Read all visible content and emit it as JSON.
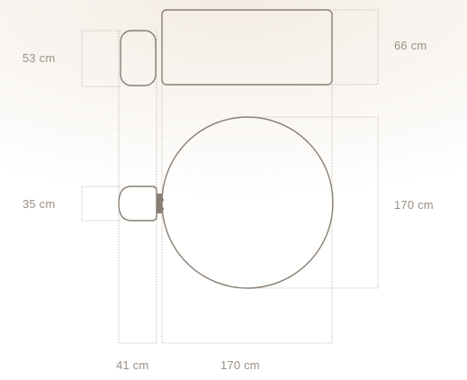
{
  "colors": {
    "outline": "#8a7e72",
    "dimension_line": "#b8b0a6",
    "label_text": "#9a8f84",
    "background_glow": "#f3ece4"
  },
  "dimensions": {
    "bench_depth": "53 cm",
    "table_depth": "66 cm",
    "stool_depth": "35 cm",
    "round_diameter_vertical": "170 cm",
    "seat_width": "41 cm",
    "round_diameter_horizontal": "170 cm"
  }
}
